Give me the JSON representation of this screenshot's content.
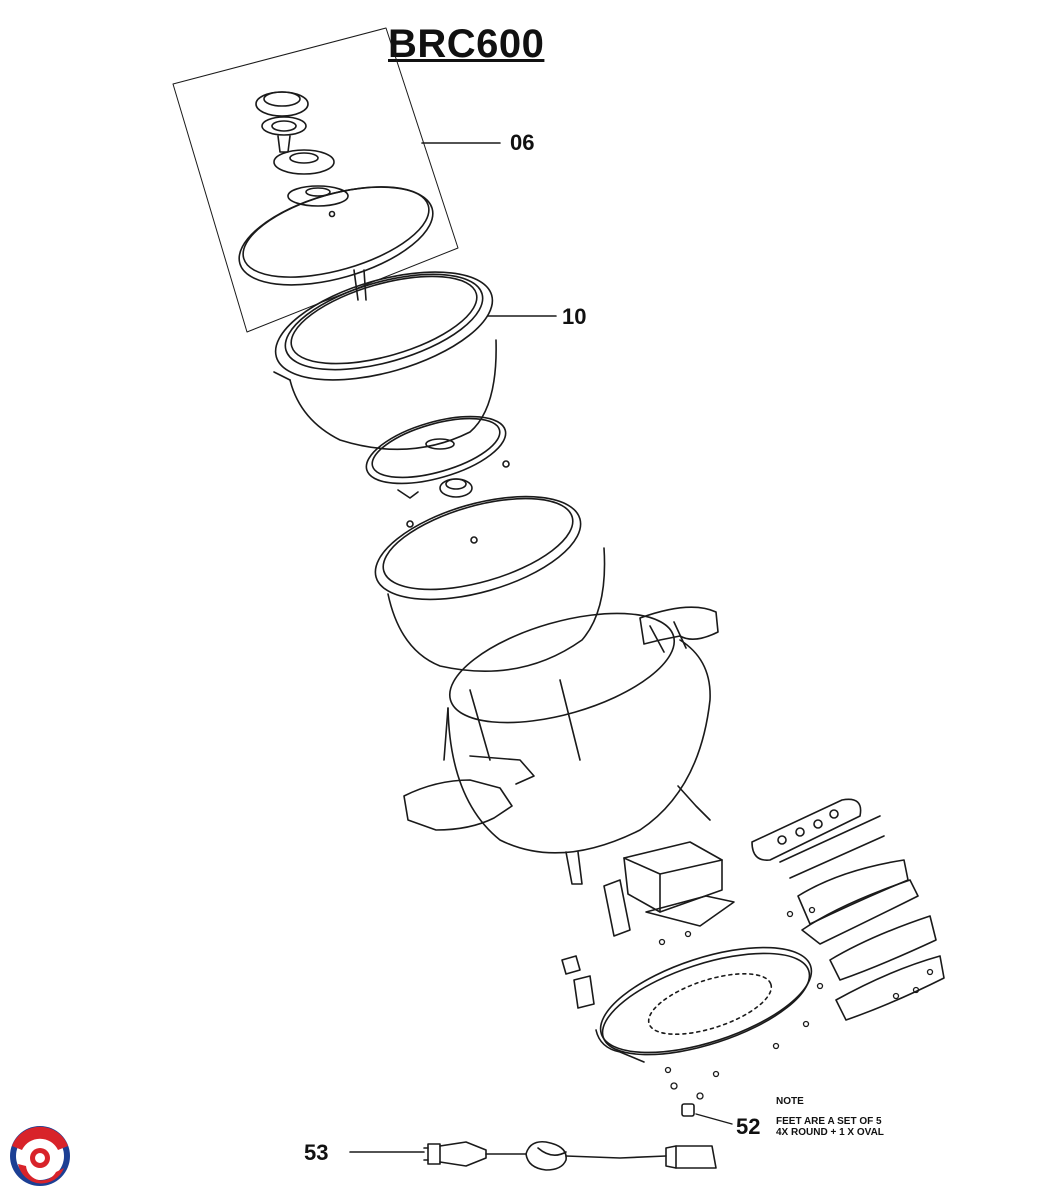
{
  "title": "BRC600",
  "callouts": {
    "c06": "06",
    "c10": "10",
    "c52": "52",
    "c53": "53"
  },
  "note": {
    "heading": "NOTE",
    "line1": "FEET ARE A SET OF 5",
    "line2": "4X ROUND + 1 X OVAL"
  },
  "colors": {
    "line": "#1a1a1a",
    "logo_red": "#d8232a",
    "logo_blue": "#1c3f94"
  }
}
